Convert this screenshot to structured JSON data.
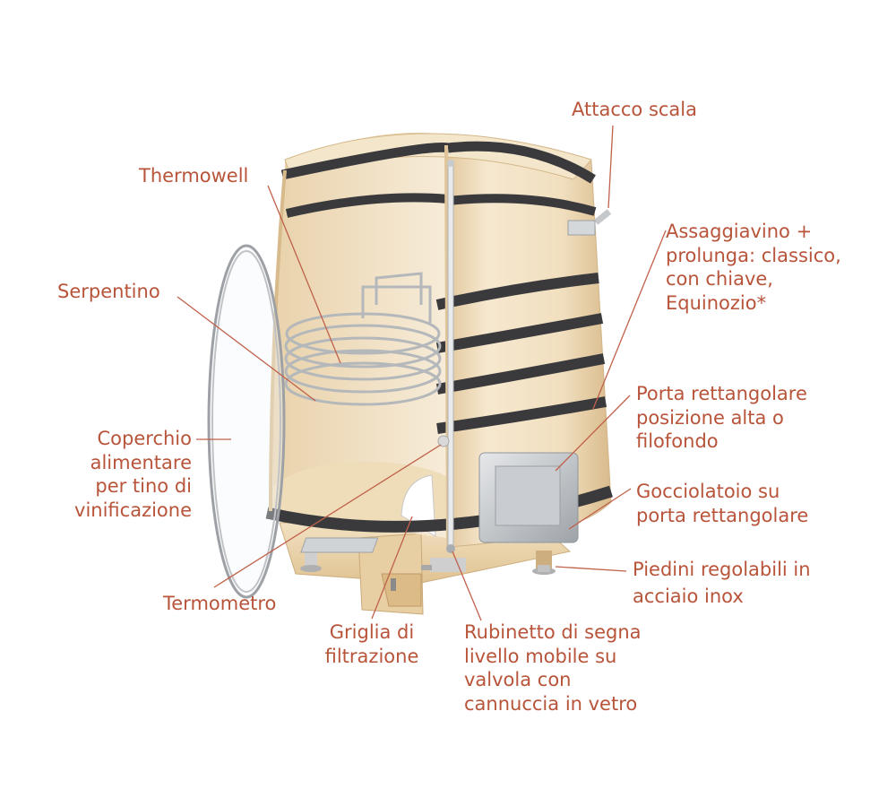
{
  "colors": {
    "label": "#b8543a",
    "leader": "#c0614a",
    "wood": "#efdcbc",
    "hoop": "#3a3a3d",
    "steel": "#c4c7ca"
  },
  "labels": {
    "attacco_scala": [
      "Attacco scala"
    ],
    "thermowell": [
      "Thermowell"
    ],
    "assaggiavino": [
      "Assaggiavino +",
      "prolunga: classico,",
      "con chiave,",
      "Equinozio*"
    ],
    "serpentino": [
      "Serpentino"
    ],
    "porta_rettangolare": [
      "Porta rettangolare",
      "posizione alta o",
      "filofondo"
    ],
    "coperchio": [
      "Coperchio",
      "alimentare",
      "per tino di",
      "vinificazione"
    ],
    "gocciolatoio": [
      "Gocciolatoio su",
      "porta rettangolare"
    ],
    "piedini": [
      "Piedini regolabili in",
      "acciaio inox"
    ],
    "termometro": [
      "Termometro"
    ],
    "griglia": [
      "Griglia di",
      "filtrazione"
    ],
    "rubinetto": [
      "Rubinetto di segna",
      "livello mobile su",
      "valvola con",
      "cannuccia in vetro"
    ]
  }
}
